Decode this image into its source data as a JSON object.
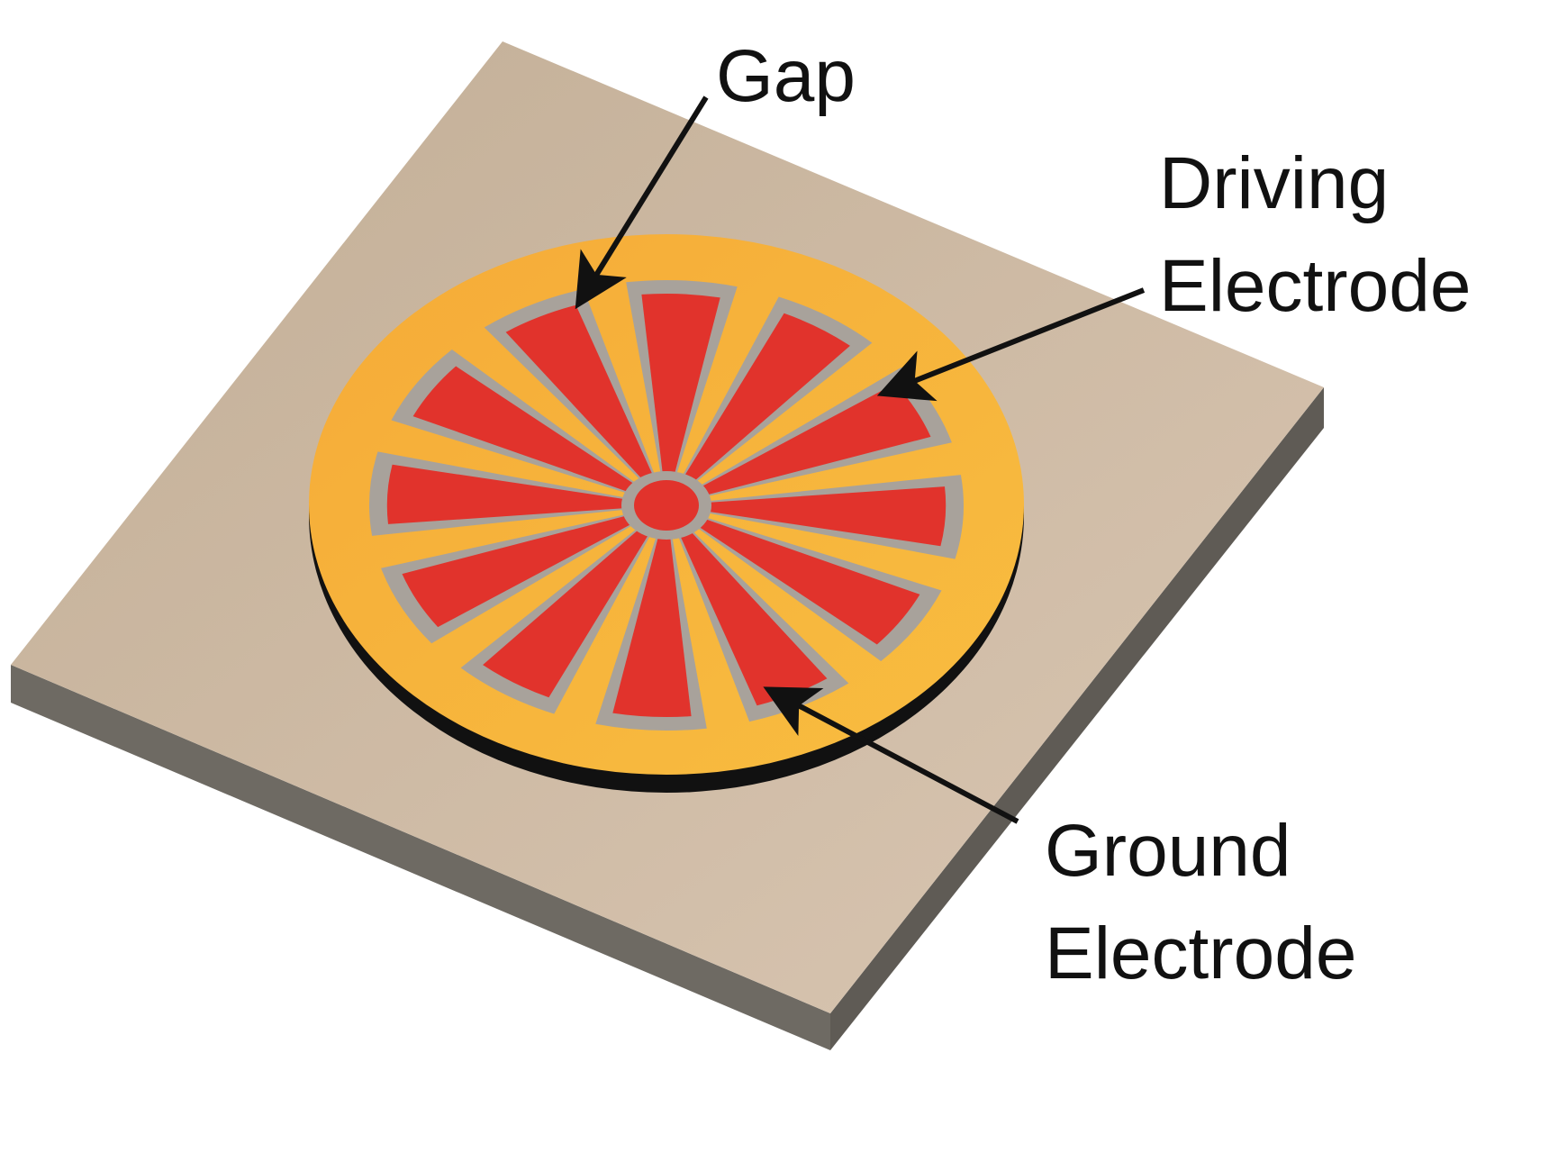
{
  "labels": {
    "gap": "Gap",
    "driving_line1": "Driving",
    "driving_line2": "Electrode",
    "ground_line1": "Ground",
    "ground_line2": "Electrode"
  },
  "colors": {
    "substrate_top": "#cdb9a2",
    "substrate_side": "#6e6a63",
    "ground_electrode": "#f6b13c",
    "driving_electrode": "#e1332c",
    "gap": "#a8a29b",
    "arrow": "#111111"
  },
  "driving_fingers": 12,
  "icons": {
    "arrow": "arrow-icon"
  }
}
